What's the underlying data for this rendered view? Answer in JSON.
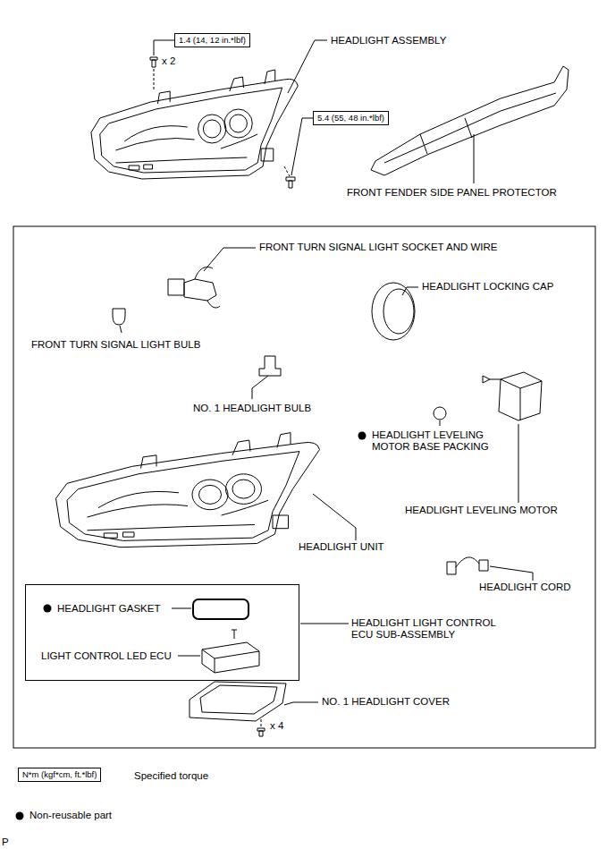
{
  "diagram": {
    "nodes": [
      {
        "text": [
          "1.4 (14, 12 in.*lbf)"
        ]
      },
      {
        "text": [
          "5.4 (55, 48 in.*lbf)"
        ]
      },
      {
        "text": [
          "HEADLIGHT GASKET",
          "LIGHT CONTROL LED ECU"
        ]
      },
      {
        "text": [
          "N*m (kgf*cm, ft.*lbf)"
        ]
      }
    ],
    "labels": [
      "x 2",
      "HEADLIGHT ASSEMBLY",
      "FRONT FENDER SIDE PANEL PROTECTOR",
      "FRONT TURN SIGNAL LIGHT SOCKET AND WIRE",
      "HEADLIGHT LOCKING CAP",
      "FRONT TURN SIGNAL LIGHT BULB",
      "NO. 1 HEADLIGHT BULB",
      "HEADLIGHT LEVELING MOTOR BASE PACKING",
      "HEADLIGHT LEVELING MOTOR",
      "HEADLIGHT UNIT",
      "HEADLIGHT CORD",
      "HEADLIGHT LIGHT CONTROL ECU SUB-ASSEMBLY",
      "NO. 1 HEADLIGHT COVER",
      "x 4",
      "P"
    ],
    "legend": [
      {
        "text": "Specified torque"
      },
      {
        "text": "Non-reusable part"
      }
    ]
  }
}
